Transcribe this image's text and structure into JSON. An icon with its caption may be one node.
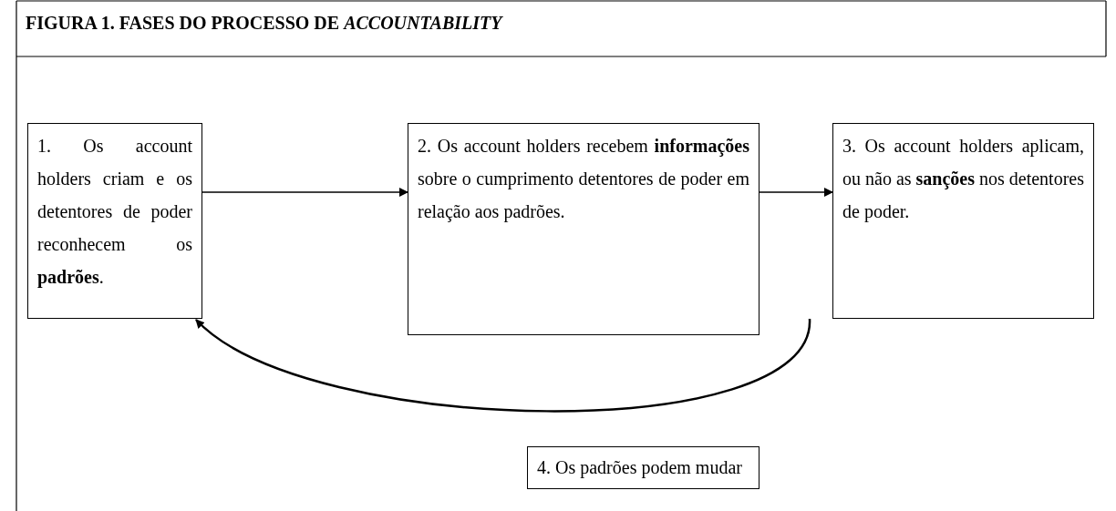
{
  "diagram": {
    "title": "FIGURA 1. FASES DO PROCESSO DE *ACCOUNTABILITY*",
    "nodes": [
      {
        "text": [
          "1. Os account holders criam e os detentores de poder reconhecem os **padrões**."
        ]
      },
      {
        "text": [
          "2. Os account holders recebem **informações** sobre o cumprimento detentores de poder em relação aos padrões."
        ]
      },
      {
        "text": [
          "3. Os account holders aplicam, ou não as **sanções** nos detentores de poder."
        ]
      },
      {
        "text": [
          "4. Os padrões podem mudar"
        ]
      }
    ],
    "edges": [
      {
        "from": 0,
        "to": 1,
        "arrow": "to"
      },
      {
        "from": 1,
        "to": 2,
        "arrow": "to"
      },
      {
        "from": 2,
        "to": 0,
        "arrow": "to"
      }
    ]
  }
}
